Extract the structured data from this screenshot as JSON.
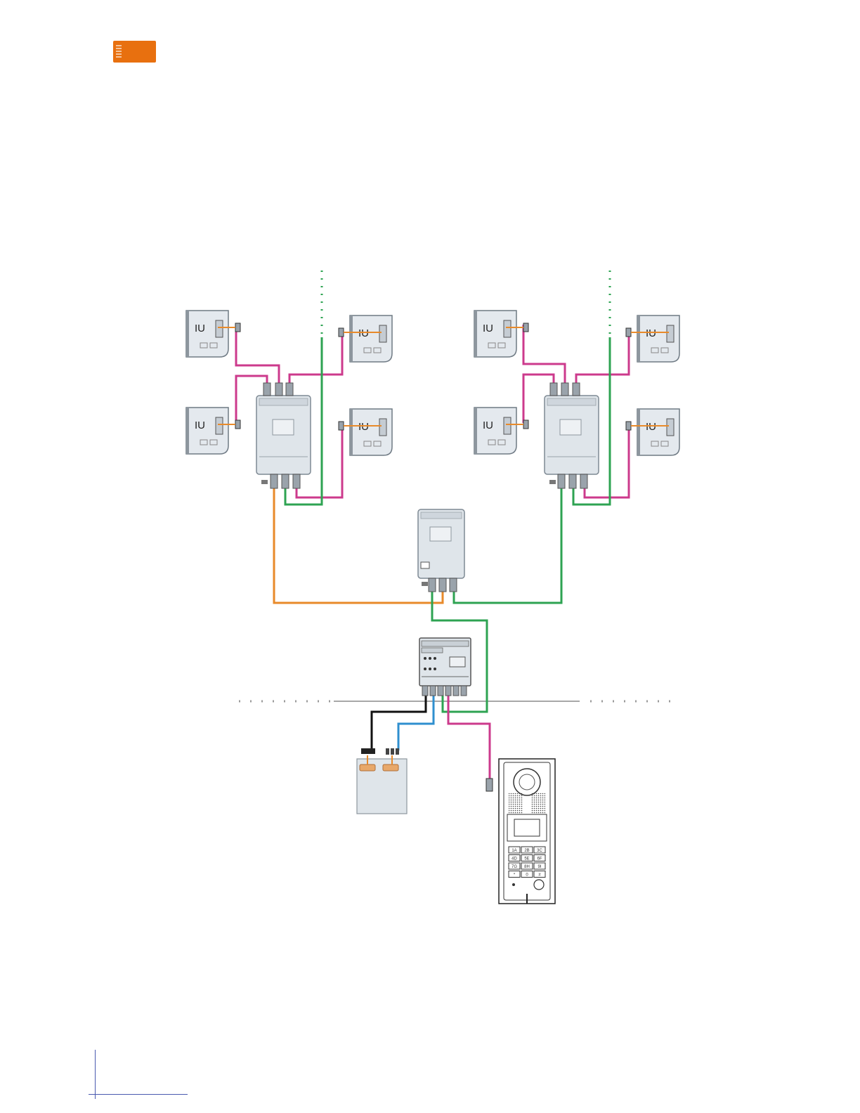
{
  "page_tab": {
    "color": "#e8700f",
    "icon": "stripes-icon"
  },
  "diagram": {
    "colors": {
      "orange_wire": "#e88a2a",
      "green_wire": "#2ea352",
      "magenta_wire": "#cc3a8c",
      "black_wire": "#111111",
      "blue_wire": "#2f8fcf",
      "device_fill": "#dfe5ea",
      "device_stroke": "#7f8a94",
      "iu_fill": "#e4e9ee",
      "backbone": "#a8a8a8"
    },
    "indoor_units": [
      {
        "label": "IU"
      },
      {
        "label": "IU"
      },
      {
        "label": "IU"
      },
      {
        "label": "IU"
      },
      {
        "label": "IU"
      },
      {
        "label": "IU"
      },
      {
        "label": "IU"
      },
      {
        "label": "IU"
      }
    ],
    "keypad": {
      "keys": [
        "1A",
        "2B",
        "3C",
        "4D",
        "5E",
        "6F",
        "7G",
        "8H",
        "9I",
        "*",
        "0",
        "#"
      ]
    }
  }
}
